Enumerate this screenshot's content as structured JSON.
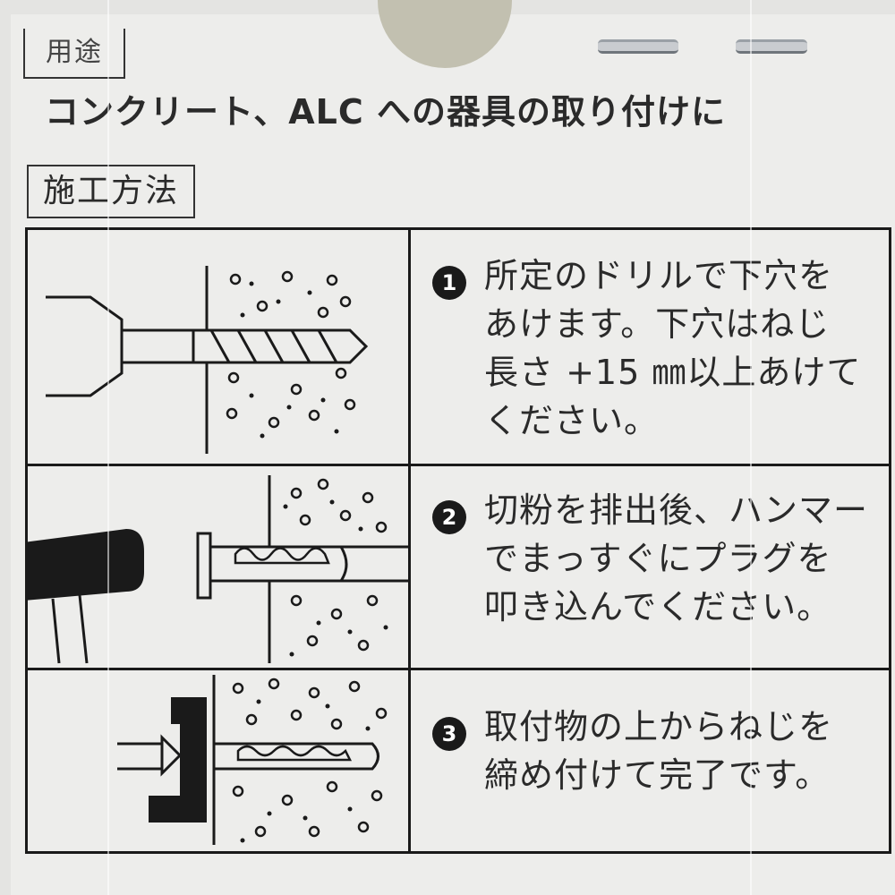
{
  "header": {
    "usage_tag": "用途",
    "usage_text": "コンクリート、ALC への器具の取り付けに",
    "method_tag": "施工方法"
  },
  "steps": [
    {
      "number": "1",
      "icon": "filled-circle-number-1",
      "lines": [
        "所定のドリルで下穴を",
        "あけます。下穴はねじ",
        "長さ +15 ㎜以上あけて",
        "ください。"
      ],
      "illustration": "drill-in-concrete"
    },
    {
      "number": "2",
      "icon": "filled-circle-number-2",
      "lines": [
        "切粉を排出後、ハンマー",
        "でまっすぐにプラグを",
        "叩き込んでください。"
      ],
      "illustration": "hammer-plug-into-hole"
    },
    {
      "number": "3",
      "icon": "filled-circle-number-3",
      "lines": [
        "取付物の上からねじを",
        "締め付けて完了です。"
      ],
      "illustration": "screw-through-fixture-into-plug"
    }
  ],
  "colors": {
    "ink": "#1a1a1a",
    "paper": "#ededeb",
    "hole_shadow": "#c2c0b0"
  }
}
